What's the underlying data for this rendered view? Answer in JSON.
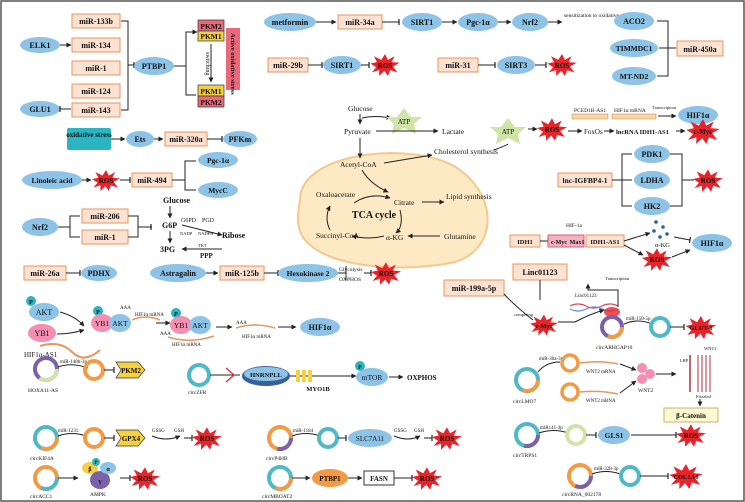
{
  "colors": {
    "blue_pill": "#8cc3e6",
    "orange_box": "#fbe2d2",
    "orange_border": "#e8955f",
    "ros_red": "#e8232a",
    "pkm2_pink": "#e9687a",
    "pkm1_yellow": "#f5d142",
    "teal": "#2bb5c2",
    "atp_green": "#cfe5a8",
    "tca_cream": "#fde9c4",
    "mito_outline": "#f3c98e",
    "circ_teal": "#4fb9c6",
    "circ_orange": "#f39a45",
    "circ_purple": "#7b61a8"
  },
  "top": {
    "mirs": [
      "miR-133b",
      "miR-134",
      "miR-1",
      "miR-124",
      "miR-143"
    ],
    "elk1": "ELK1",
    "glu1": "GLU1",
    "ptbp1": "PTBP1",
    "pkm2": "PKM2",
    "pkm1": "PKM1",
    "switching": "switching",
    "active_stress": "Active oxidative stress",
    "metformin": "metformin",
    "mir34a": "miR-34a",
    "sirt1": "SIRT1",
    "pgc1a": "Pgc-1α",
    "nrf2": "Nrf2",
    "sens": "sensitization to oxidative stress",
    "mir29b": "miR-29b",
    "ros": "ROS",
    "mir31": "miR-31",
    "sirt3": "SIRT3",
    "aco2": "ACO2",
    "timmdc1": "TIMMDC1",
    "mtnd2": "MT-ND2",
    "mir450a": "miR-450a"
  },
  "row2": {
    "ox_stress": "oxidative stress",
    "ets": "Ets",
    "mir320a": "miR-320a",
    "pfkm": "PFKm",
    "linoleic": "Linoleic acid",
    "mir494": "miR-494",
    "mycc": "MycC",
    "nrf2": "Nrf2",
    "mir206": "miR-206",
    "mir1": "miR-1",
    "glucose": "Glucose",
    "g6p": "G6P",
    "g6pd": "G6PD",
    "pgd": "PGD",
    "nadp": "NADP",
    "nadph": "NADPH",
    "ribose": "Ribose",
    "tkt": "TKT",
    "ppp": "PPP",
    "threepg": "3PG",
    "mir26a": "miR-26a",
    "pdhx": "PDHX"
  },
  "center": {
    "glucose": "Glucose",
    "atp": "ATP",
    "pyruvate": "Pyruvate",
    "lactate": "Lactate",
    "acetyl": "Acetyl-CoA",
    "chol": "Cholesterol synthesis",
    "oxalo": "Oxaloacetate",
    "citrate": "Citrate",
    "lipid": "Lipid synthesis",
    "tca": "TCA cycle",
    "succ": "Succinyl-CoA",
    "akg": "α-KG",
    "gln": "Glutamine"
  },
  "right": {
    "pced": "PCED1B-AS1",
    "hif_mrna": "HIF1α mRNA",
    "transcription": "Transcription",
    "hif1a": "HIF1α",
    "foxo": "FoxOs",
    "lnc_idh": "lncRNA IDH1-AS1",
    "cmyc": "c-Myc",
    "lnc_igfbp": "lnc-IGFBP4-1",
    "pdk1": "PDK1",
    "ldha": "LDHA",
    "hk2": "HK2",
    "idh1": "IDH1",
    "max1": "Max1",
    "idh_as1": "IDH1-AS1",
    "hif_label": "HIF-1a",
    "akg": "α-KG"
  },
  "mid": {
    "astragalin": "Astragalin",
    "mir125b": "miR-125b",
    "hk2": "Hexokinase 2",
    "glycolysis": "Glycolysis",
    "oxphos": "OXPHOS",
    "mir199": "miR-199a-5p",
    "linc01123": "Linc01123",
    "competing": "competing",
    "transcription": "Transcription",
    "cmyc": "c-Myc",
    "linc_small": "Linc01123"
  },
  "hif_row": {
    "p": "P",
    "akt": "AKT",
    "yb1": "YB1",
    "hif_as1": "HIF1α-AS1",
    "aaa": "AAA",
    "hif_mrna": "HIF1α mRNA",
    "hif1a": "HIF1α"
  },
  "circ": {
    "arhgap10": "circARHGAP10",
    "mir1508p": "miR-150-5p",
    "glut1": "GLUT-1",
    "hoxa11": "HOXA11-AS",
    "mir148b": "miR-148b-3p",
    "pkm2": "PKM2",
    "zfr": "circZFR",
    "hnrnpl": "HNRNPLL",
    "myo1b": "MYO1B",
    "mtor": "mTOR",
    "oxphos": "OXPHOS",
    "lmo7": "circLMO7",
    "mir30a": "miR-30a-3p",
    "wnt2": "WNT2",
    "wnt2_mrna": "WNT2 mRNA",
    "wnt2_mrna2": "WNT2 mRNA",
    "catenin": "β-Catenin",
    "lrp": "LRP",
    "frizzled": "Frizzled",
    "kif4a": "circKIF4A",
    "mir1231": "miR-1231",
    "gpx4": "GPX4",
    "gssg": "GSSG",
    "gsh": "GSH",
    "p4hb": "circP4HB",
    "mir1184": "miR-1184",
    "slc7a11": "SLC7A11",
    "trps1": "circTRPS1",
    "mir141": "miR141-3p",
    "gls1": "GLS1",
    "acc1": "circACC1",
    "ampk": "AMPK",
    "alpha": "α",
    "beta": "β",
    "gamma": "γ",
    "mboat2": "circMBOAT2",
    "ptbp1": "PTBP1",
    "fasn": "FASN",
    "rna002178": "circRNA_002178",
    "mir328": "miR-328-3p",
    "col1a1": "COL1A1"
  }
}
